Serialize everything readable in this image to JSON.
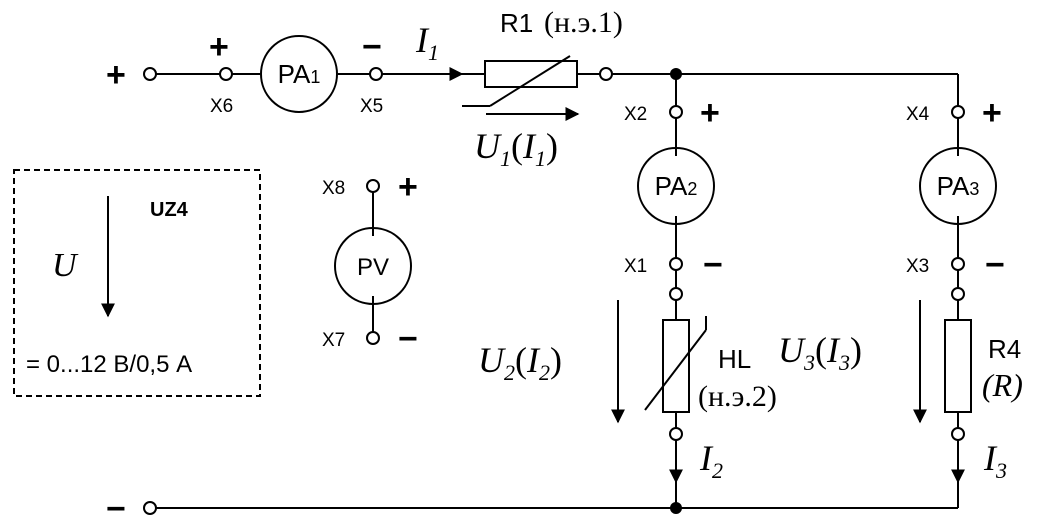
{
  "source": {
    "label": "UZ4",
    "voltage_symbol": "U",
    "rating": "= 0...12 В/0,5 А"
  },
  "polarity": {
    "plus": "+",
    "minus": "−"
  },
  "terminals": {
    "x1": "X1",
    "x2": "X2",
    "x3": "X3",
    "x4": "X4",
    "x5": "X5",
    "x6": "X6",
    "x7": "X7",
    "x8": "X8"
  },
  "meters": {
    "pa1": {
      "base": "PA",
      "sub": "1"
    },
    "pa2": {
      "base": "PA",
      "sub": "2"
    },
    "pa3": {
      "base": "PA",
      "sub": "3"
    },
    "pv": "PV"
  },
  "components": {
    "r1_name": "R1",
    "r1_note": "(н.э.1)",
    "hl_name": "HL",
    "hl_note": "(н.э.2)",
    "r4_name": "R4",
    "r4_note": "(R)"
  },
  "currents": {
    "i1": {
      "base": "I",
      "sub": "1"
    },
    "i2": {
      "base": "I",
      "sub": "2"
    },
    "i3": {
      "base": "I",
      "sub": "3"
    }
  },
  "voltages": {
    "u1": {
      "u": "U",
      "us": "1",
      "i": "I",
      "is": "1"
    },
    "u2": {
      "u": "U",
      "us": "2",
      "i": "I",
      "is": "2"
    },
    "u3": {
      "u": "U",
      "us": "3",
      "i": "I",
      "is": "3"
    }
  },
  "colors": {
    "ink": "#000000",
    "background": "#ffffff"
  }
}
